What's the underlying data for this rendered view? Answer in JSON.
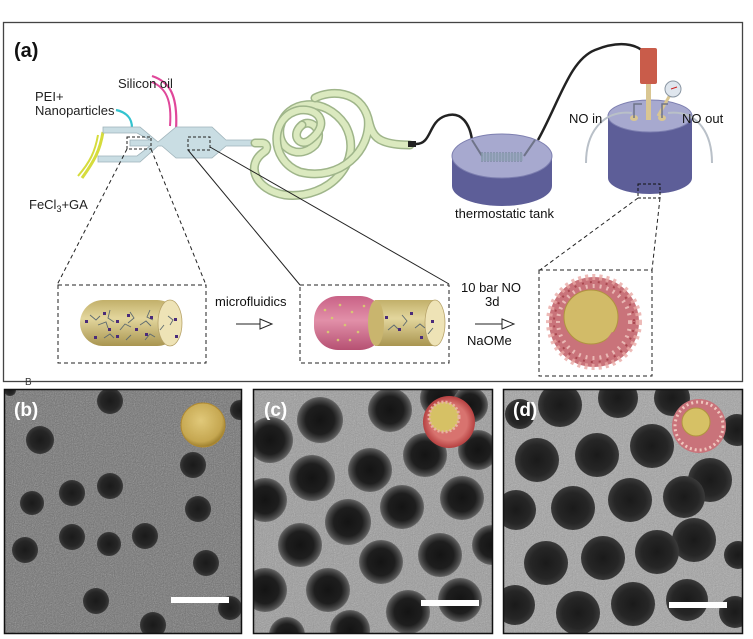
{
  "panel_a": {
    "label": "(a)",
    "labels": {
      "silicon_oil": "Silicon oil",
      "pei_line1": "PEI+",
      "pei_line2": "Nanoparticles",
      "fecl3_main": "FeCl",
      "fecl3_sub": "3",
      "fecl3_rest": "+GA",
      "thermostatic_tank": "thermostatic tank",
      "no_in": "NO in",
      "no_out": "NO out",
      "microfluidics": "microfluidics",
      "cond_line1": "10 bar NO",
      "cond_line2": "3d",
      "cond_line3": "NaOMe",
      "stray_b": "B"
    },
    "colors": {
      "chip": "#c9dde3",
      "spiral": "#dbe9bf",
      "tank": "#5d5e98",
      "tank_top": "#a7a9cf",
      "pei_line": "#33c3cf",
      "oil_line": "#e0479a",
      "fecl3_line": "#d6dc3c",
      "core_gold": "#d2bb68",
      "shell_pink": "#d66f82",
      "mof_shell": "#c9737a"
    }
  },
  "panel_b": {
    "label": "(b)",
    "inset": "gold-core-particle"
  },
  "panel_c": {
    "label": "(c)",
    "inset": "core-shell-particle"
  },
  "panel_d": {
    "label": "(d)",
    "inset": "core-shell-particle"
  }
}
